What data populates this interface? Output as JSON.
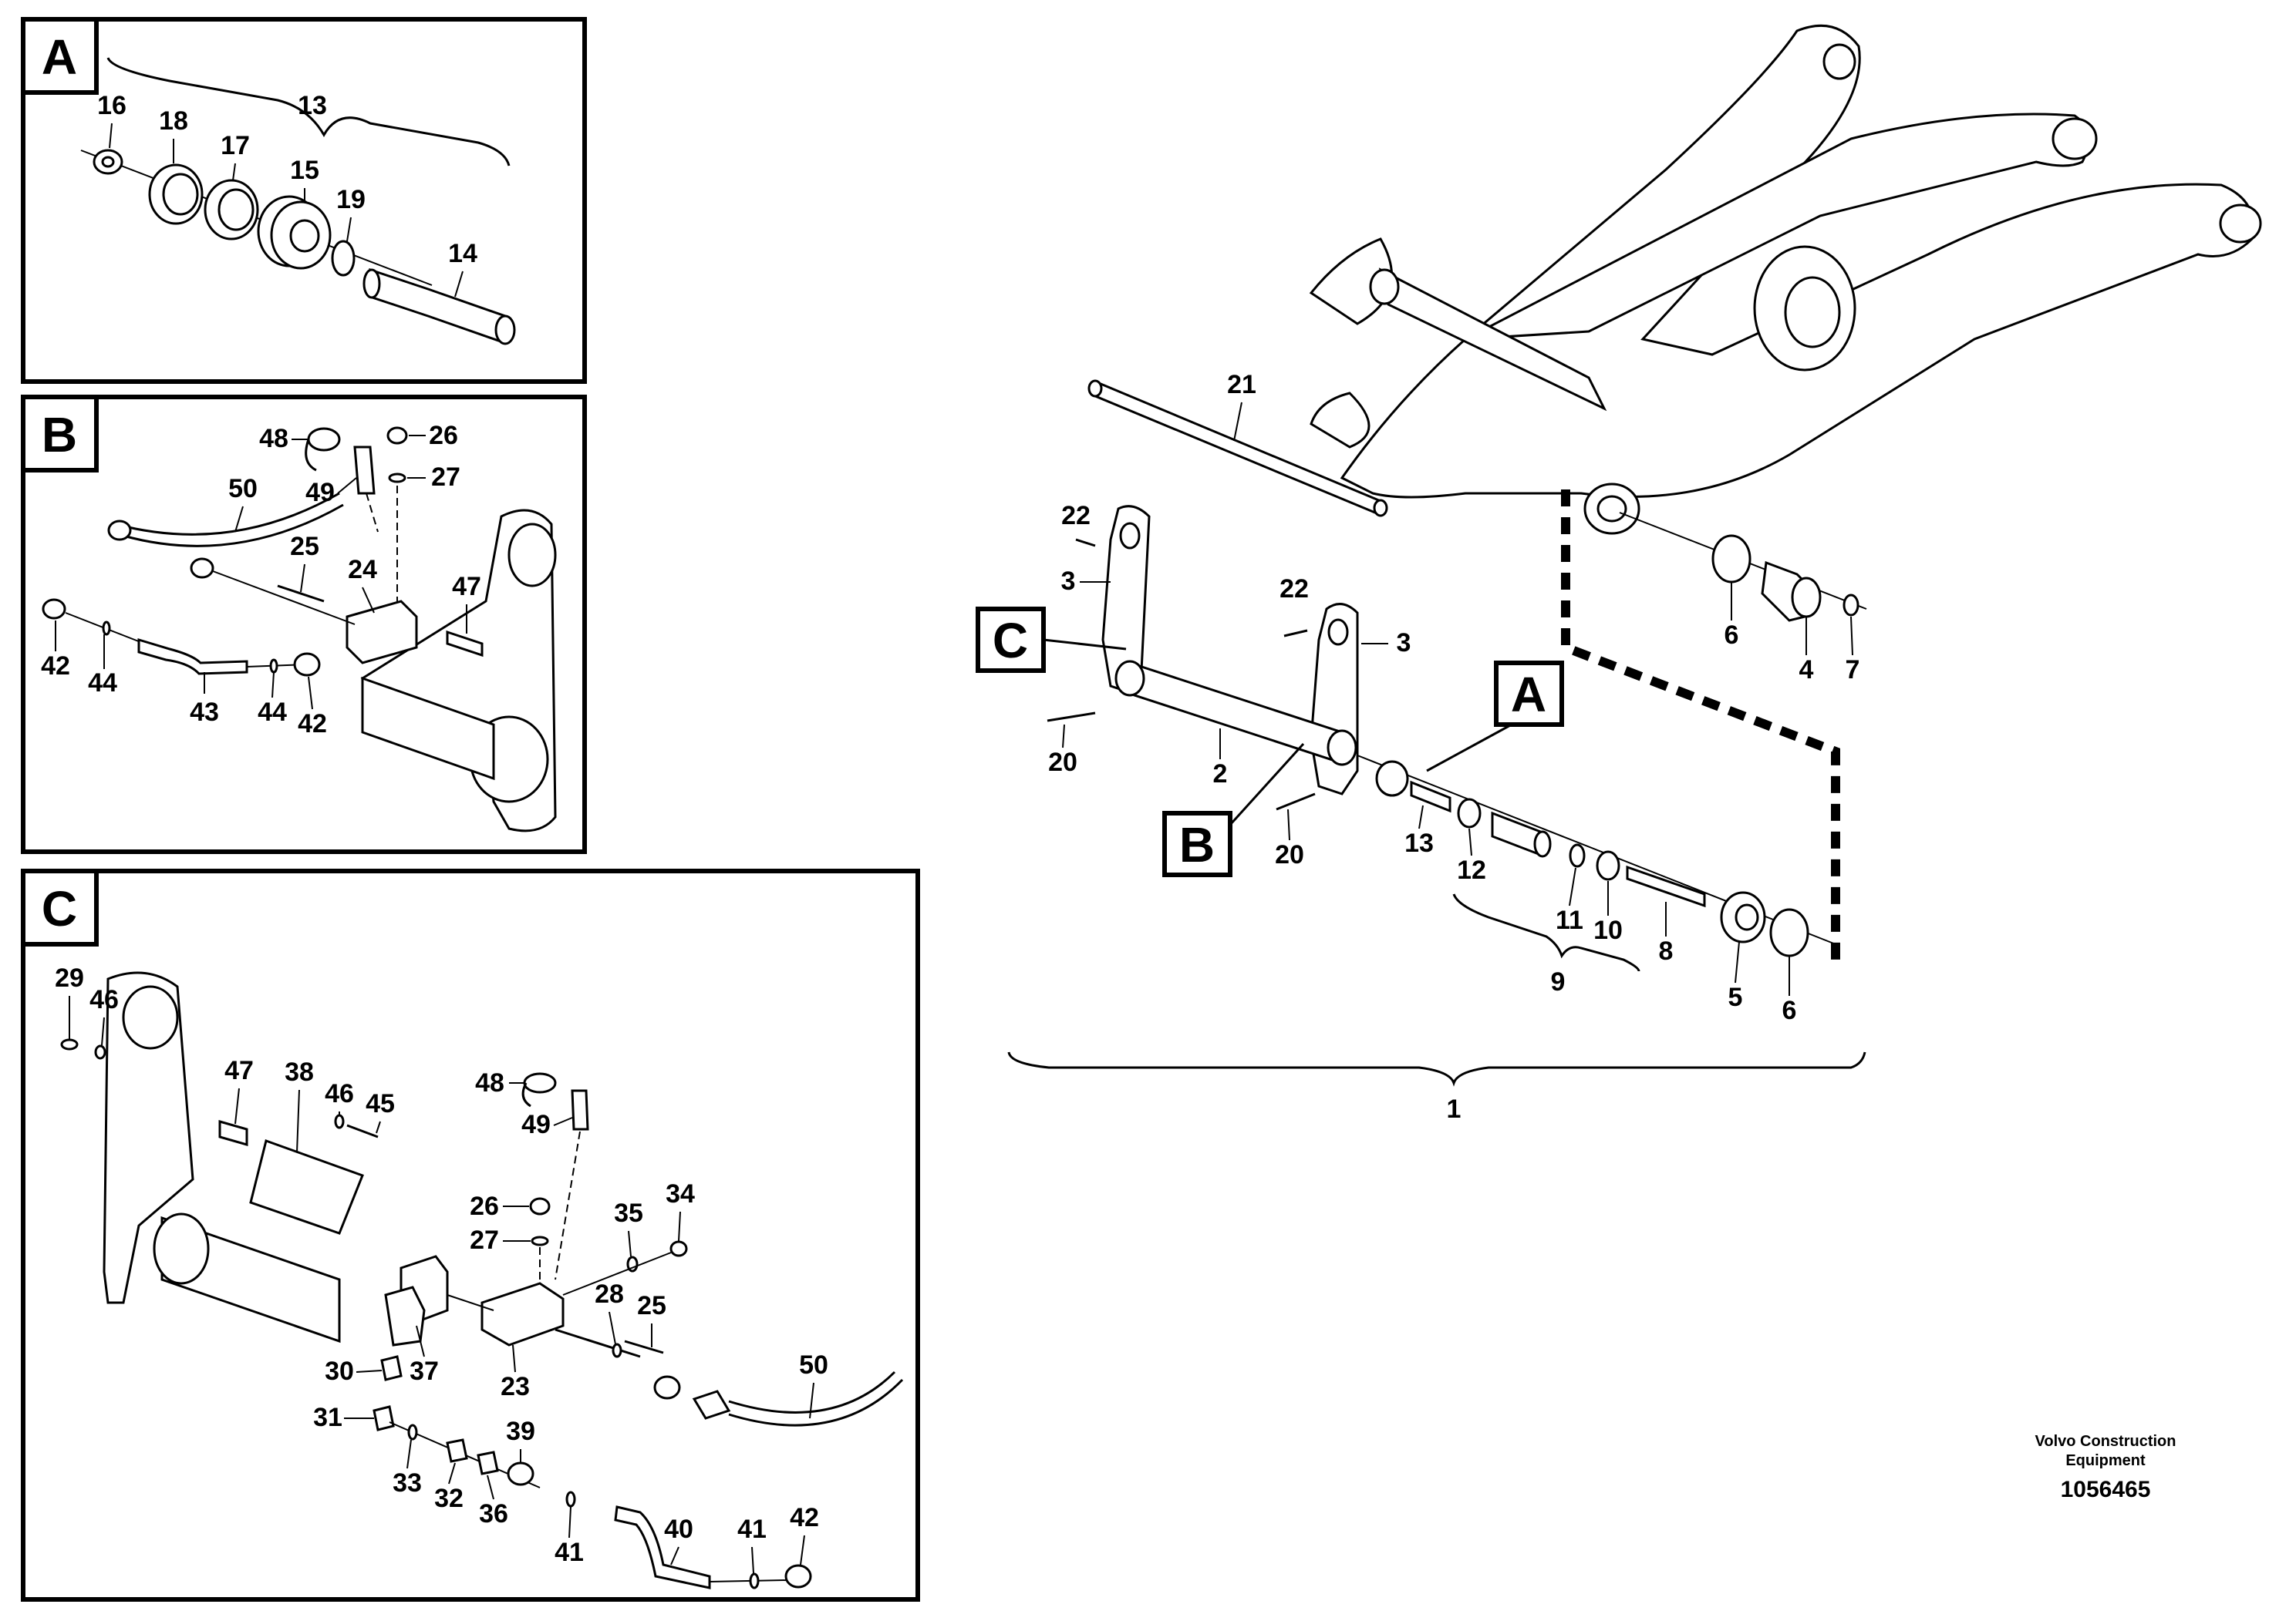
{
  "panels": {
    "A": {
      "label": "A"
    },
    "B": {
      "label": "B"
    },
    "C": {
      "label": "C"
    }
  },
  "callouts": {
    "A": "A",
    "B": "B",
    "C": "C"
  },
  "numbers": {
    "n13": "13",
    "n16": "16",
    "n18": "18",
    "n17": "17",
    "n15": "15",
    "n19": "19",
    "n14": "14",
    "n48": "48",
    "n26": "26",
    "n49": "49",
    "n27": "27",
    "n50": "50",
    "n25": "25",
    "n24": "24",
    "n47": "47",
    "n42": "42",
    "n44": "44",
    "n43": "43",
    "c29": "29",
    "c46a": "46",
    "c47": "47",
    "c38": "38",
    "c46b": "46",
    "c45": "45",
    "c48": "48",
    "c49": "49",
    "c26": "26",
    "c27": "27",
    "c35": "35",
    "c34": "34",
    "c28": "28",
    "c25": "25",
    "c30": "30",
    "c37": "37",
    "c23": "23",
    "c50": "50",
    "c31": "31",
    "c39": "39",
    "c33": "33",
    "c32": "32",
    "c36": "36",
    "c41a": "41",
    "c40": "40",
    "c41b": "41",
    "c42": "42",
    "m21": "21",
    "m22a": "22",
    "m3a": "3",
    "m22b": "22",
    "m3b": "3",
    "m20a": "20",
    "m2": "2",
    "m20b": "20",
    "m13": "13",
    "m12": "12",
    "m11": "11",
    "m10": "10",
    "m9": "9",
    "m8": "8",
    "m5": "5",
    "m6a": "6",
    "m6b": "6",
    "m4": "4",
    "m7": "7",
    "m1": "1"
  },
  "footer": {
    "brand": "Volvo Construction",
    "brand2": "Equipment",
    "drawing_number": "1056465"
  }
}
